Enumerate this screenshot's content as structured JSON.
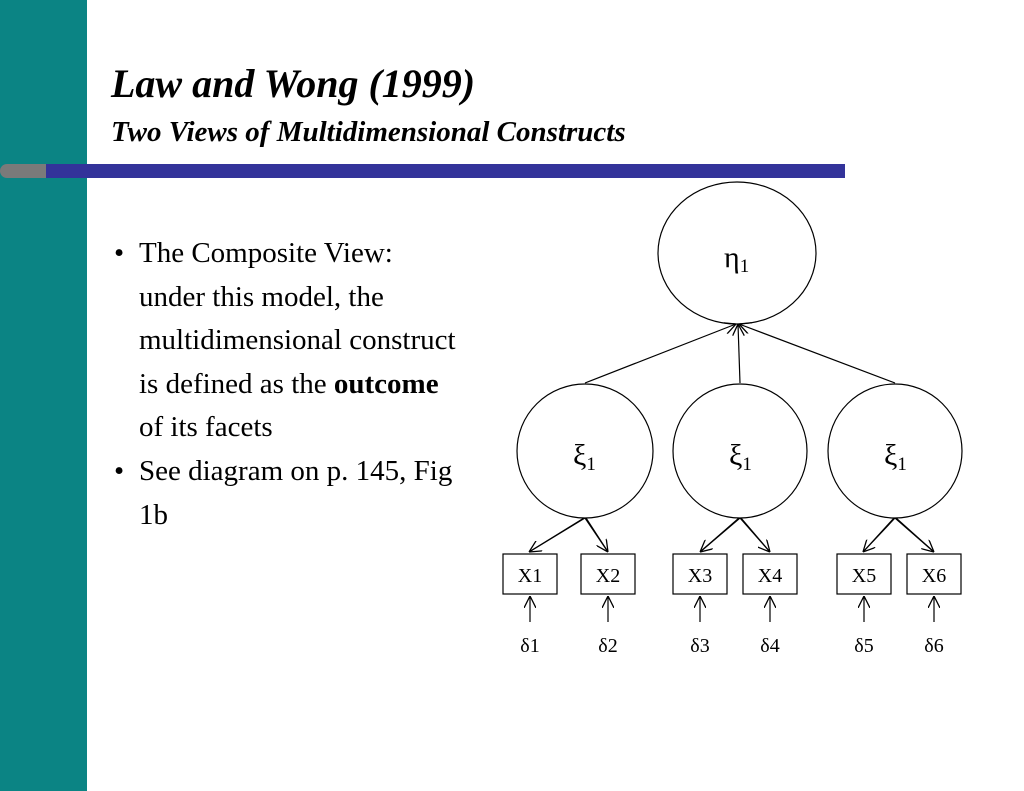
{
  "slide": {
    "title": "Law and Wong (1999)",
    "subtitle": "Two Views of Multidimensional Constructs"
  },
  "bullets": [
    {
      "before": "The Composite View: under this model, the multidimensional construct is defined as the ",
      "bold": "outcome",
      "after": " of its facets"
    },
    {
      "before": "See diagram on p. 145, Fig 1b",
      "bold": "",
      "after": ""
    }
  ],
  "diagram": {
    "top_factor": {
      "symbol": "η",
      "subscript": "1"
    },
    "facets": [
      {
        "symbol": "ξ",
        "subscript": "1"
      },
      {
        "symbol": "ξ",
        "subscript": "1"
      },
      {
        "symbol": "ξ",
        "subscript": "1"
      }
    ],
    "indicators": [
      "X1",
      "X2",
      "X3",
      "X4",
      "X5",
      "X6"
    ],
    "errors": [
      "δ1",
      "δ2",
      "δ3",
      "δ4",
      "δ5",
      "δ6"
    ]
  },
  "colors": {
    "side_band": "#0b8484",
    "rule_blue": "#33339a",
    "rule_gray": "#7a7a7a"
  }
}
